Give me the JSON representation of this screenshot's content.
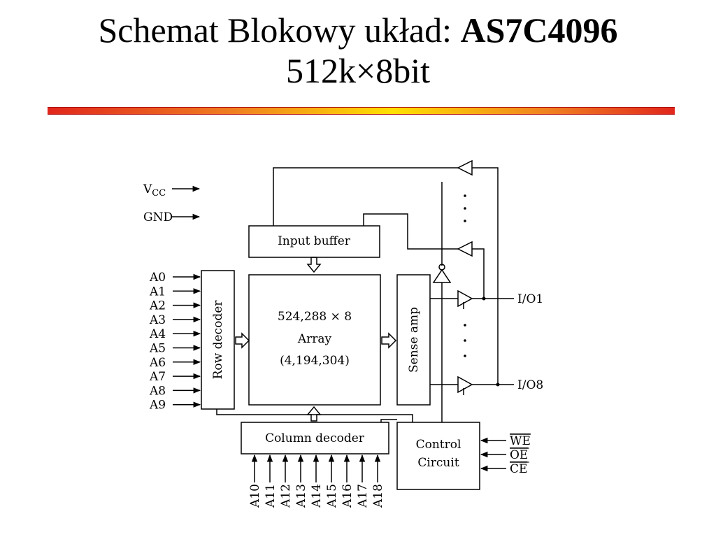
{
  "title": {
    "line1_prefix": "Schemat Blokowy układ: ",
    "line1_bold": "AS7C4096",
    "line2": "512k×8bit"
  },
  "diagram": {
    "power": [
      "VCC",
      "GND"
    ],
    "row_address_pins": [
      "A0",
      "A1",
      "A2",
      "A3",
      "A4",
      "A5",
      "A6",
      "A7",
      "A8",
      "A9"
    ],
    "column_address_pins": [
      "A10",
      "A11",
      "A12",
      "A13",
      "A14",
      "A15",
      "A16",
      "A17",
      "A18"
    ],
    "blocks": {
      "input_buffer": "Input buffer",
      "row_decoder": "Row decoder",
      "array_line1": "524,288 × 8",
      "array_line2": "Array",
      "array_line3": "(4,194,304)",
      "sense_amp": "Sense amp",
      "column_decoder": "Column decoder",
      "control_line1": "Control",
      "control_line2": "Circuit"
    },
    "control_pins": [
      "WE",
      "OE",
      "CE"
    ],
    "io_pins": [
      "I/O1",
      "I/O8"
    ],
    "ellipsis": "·"
  }
}
